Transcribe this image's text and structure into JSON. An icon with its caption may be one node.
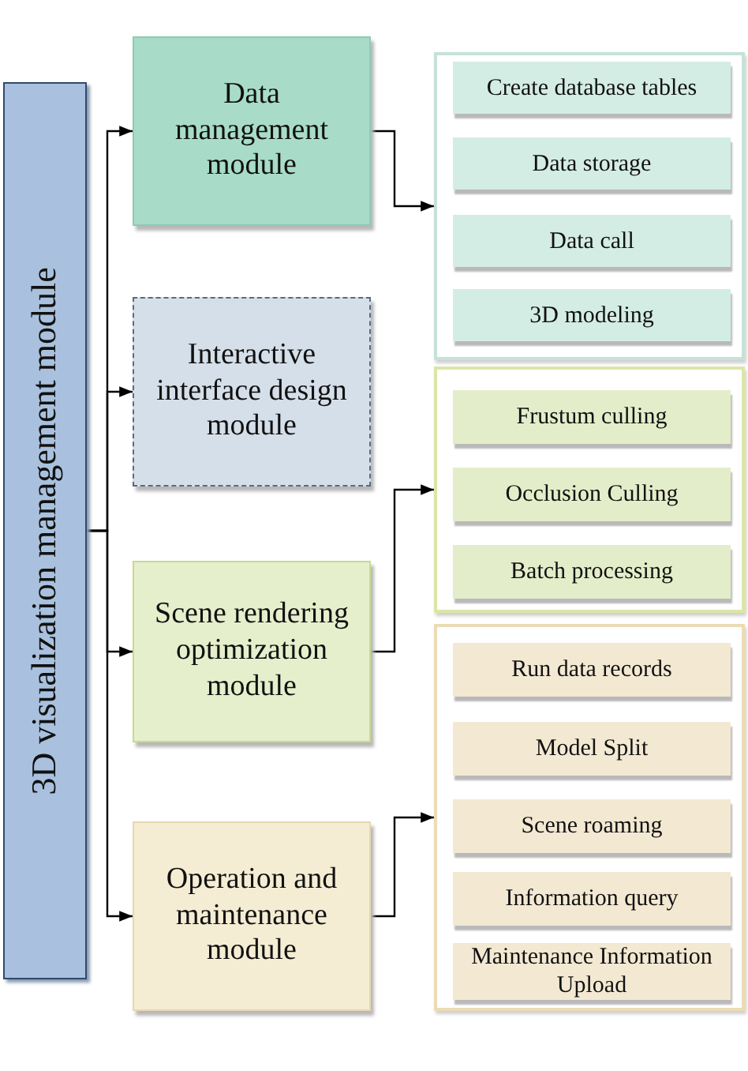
{
  "diagram": {
    "nodes": [
      {
        "text": [
          "3D visualization management module"
        ]
      },
      {
        "text": [
          "Data management module"
        ]
      },
      {
        "text": [],
        "shape": "box"
      },
      {
        "text": [
          "Create database tables"
        ],
        "in": 2
      },
      {
        "text": [
          "Data storage"
        ],
        "in": 2
      },
      {
        "text": [
          "Data call"
        ],
        "in": 2
      },
      {
        "text": [
          "3D modeling"
        ],
        "in": 2
      },
      {
        "text": [
          "Interactive interface design module"
        ]
      },
      {
        "text": [
          "Scene rendering optimization module"
        ]
      },
      {
        "text": [],
        "shape": "box"
      },
      {
        "text": [
          "Frustum culling"
        ],
        "in": 9
      },
      {
        "text": [
          "Occlusion Culling"
        ],
        "in": 9
      },
      {
        "text": [
          "Batch processing"
        ],
        "in": 9
      },
      {
        "text": [
          "Operation and maintenance module"
        ]
      },
      {
        "text": [],
        "shape": "box"
      },
      {
        "text": [
          "Run data records"
        ],
        "in": 14
      },
      {
        "text": [
          "Model Split"
        ],
        "in": 14
      },
      {
        "text": [
          "Scene roaming"
        ],
        "in": 14
      },
      {
        "text": [
          "Information query"
        ],
        "in": 14
      },
      {
        "text": [
          "Maintenance Information Upload"
        ],
        "in": 14
      }
    ],
    "edges": [
      {
        "from": 0,
        "to": 1,
        "arrow": "to"
      },
      {
        "from": 0,
        "to": 7,
        "arrow": "to"
      },
      {
        "from": 0,
        "to": 8,
        "arrow": "to"
      },
      {
        "from": 0,
        "to": 13,
        "arrow": "to"
      },
      {
        "from": 1,
        "to": 2,
        "arrow": "to"
      },
      {
        "from": 8,
        "to": 9,
        "arrow": "to"
      },
      {
        "from": 13,
        "to": 14,
        "arrow": "to"
      }
    ]
  }
}
